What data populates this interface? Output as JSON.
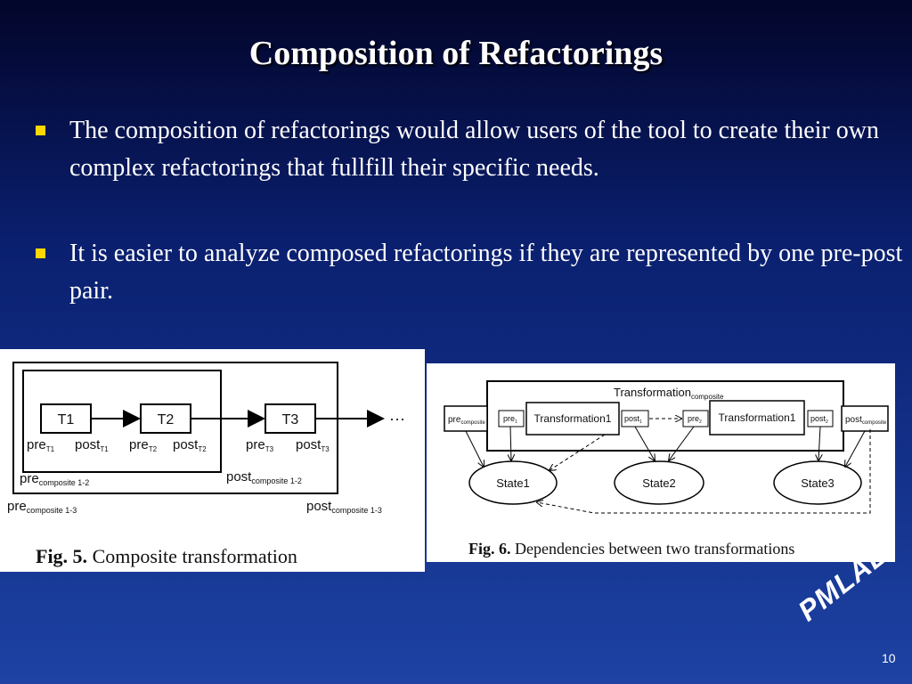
{
  "slide": {
    "title": "Composition of Refactorings",
    "bullets": [
      "The composition of refactorings would allow users of the tool to create their own complex refactorings that fullfill their specific needs.",
      "It is easier to analyze composed refactorings if they are represented by one pre-post pair."
    ],
    "page_number": "10",
    "logo": "PMLAB",
    "colors": {
      "bullet": "#ffd700",
      "background_top": "#03052a",
      "background_bottom": "#1d42a4"
    }
  },
  "fig5": {
    "nodes": [
      "T1",
      "T2",
      "T3"
    ],
    "ellipsis": "···",
    "labels": {
      "pre": "pre",
      "post": "post",
      "t1": "T1",
      "t2": "T2",
      "t3": "T3",
      "composite_1_2": "composite 1-2",
      "composite_1_3": "composite 1-3"
    },
    "caption_bold": "Fig. 5.",
    "caption_text": "Composite transformation"
  },
  "fig6": {
    "container_label": "Transformation",
    "container_sub": "composite",
    "transformations": [
      "Transformation1",
      "Transformation1"
    ],
    "ports": {
      "pre_composite": "pre",
      "pre_composite_sub": "composite",
      "pre1": "pre",
      "pre1_sub": "1",
      "post1": "post",
      "post1_sub": "1",
      "pre2": "pre",
      "pre2_sub": "2",
      "post2": "post",
      "post2_sub": "2",
      "post_composite": "post",
      "post_composite_sub": "composite"
    },
    "states": [
      "State1",
      "State2",
      "State3"
    ],
    "caption_bold": "Fig. 6.",
    "caption_text": "Dependencies between two transformations"
  }
}
